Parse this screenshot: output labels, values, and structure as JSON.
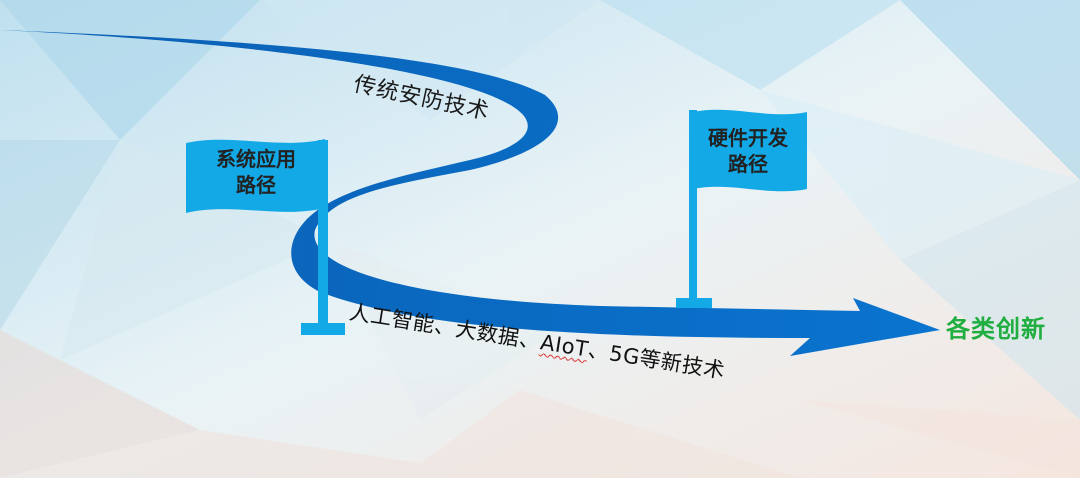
{
  "path_labels": {
    "top": "传统安防技术",
    "bottom_prefix": "人工智能、大数据、",
    "bottom_aiot": "AIoT",
    "bottom_suffix": "、5G等新技术"
  },
  "flags": {
    "left": {
      "line1": "系统应用",
      "line2": "路径"
    },
    "right": {
      "line1": "硬件开发",
      "line2": "路径"
    }
  },
  "target": {
    "label": "各类创新"
  },
  "colors": {
    "arrow": "#0a6cc4",
    "flag": "#13a8e6",
    "target_text": "#1fae3f"
  }
}
